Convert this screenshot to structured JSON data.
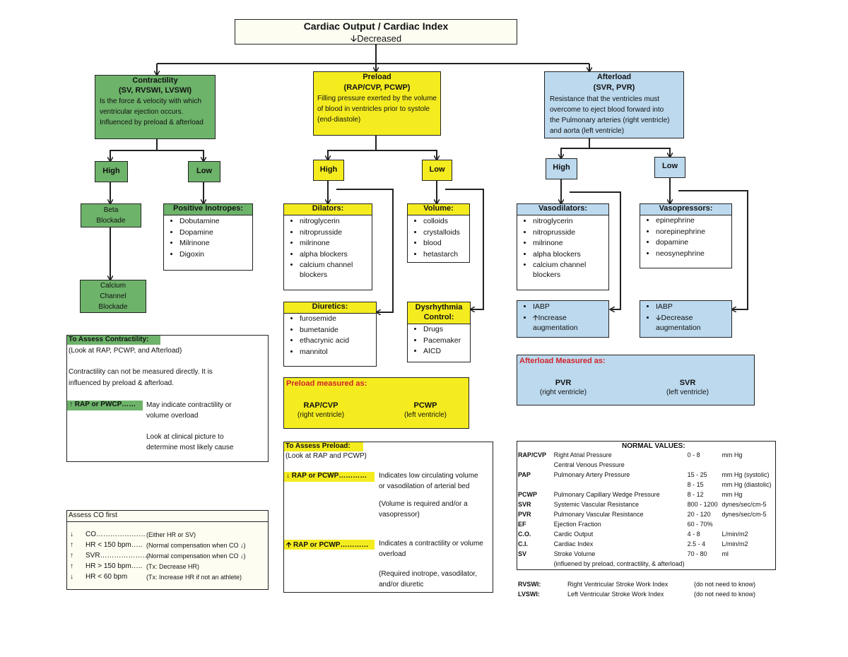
{
  "title": {
    "line1": "Cardiac Output  /  Cardiac Index",
    "arrow": "🡫",
    "line2": "Decreased"
  },
  "contractility": {
    "title": "Contractility",
    "subtitle": "(SV, RVSWI, LVSWI)",
    "desc": [
      "Is the force & velocity with which",
      "ventricular ejection occurs.",
      "Influenced by preload & afterload"
    ],
    "high": "High",
    "low": "Low",
    "beta": [
      "Beta",
      "Blockade"
    ],
    "calcium": [
      "Calcium",
      "Channel",
      "Blockade"
    ],
    "inotropes_title": "Positive Inotropes:",
    "inotropes": [
      "Dobutamine",
      "Dopamine",
      "Milrinone",
      "Digoxin"
    ]
  },
  "preload": {
    "title": "Preload",
    "subtitle": "(RAP/CVP, PCWP)",
    "desc": [
      "Filling pressure exerted by the volume",
      "of blood in ventricles prior to systole",
      "(end-diastole)"
    ],
    "high": "High",
    "low": "Low",
    "dilators_title": "Dilators:",
    "dilators": [
      "nitroglycerin",
      "nitroprusside",
      "milrinone",
      "alpha blockers",
      "calcium channel"
    ],
    "dilators_cont": "blockers",
    "volume_title": "Volume:",
    "volume": [
      "colloids",
      "crystalloids",
      "blood",
      "hetastarch"
    ],
    "diuretics_title": "Diuretics:",
    "diuretics": [
      "furosemide",
      "bumetanide",
      "ethacrynic acid",
      "mannitol"
    ],
    "dysrhythmia_title": [
      "Dysrhythmia",
      "Control:"
    ],
    "dysrhythmia": [
      "Drugs",
      "Pacemaker",
      "AICD"
    ],
    "measured_title": "Preload measured as:",
    "m1": "RAP/CVP",
    "m1sub": "(right ventricle)",
    "m2": "PCWP",
    "m2sub": "(left ventricle)"
  },
  "afterload": {
    "title": "Afterload",
    "subtitle": "(SVR, PVR)",
    "desc": [
      "Resistance that the ventricles must",
      "overcome to eject blood forward into",
      "the Pulmonary arteries (right ventricle)",
      "and aorta (left ventricle)"
    ],
    "high": "High",
    "low": "Low",
    "vasodilators_title": "Vasodilators:",
    "vasodilators": [
      "nitroglycerin",
      "nitroprusside",
      "milrinone",
      "alpha blockers",
      "calcium channel"
    ],
    "vasodilators_cont": "blockers",
    "vasopressors_title": "Vasopressors:",
    "vasopressors": [
      "epinephrine",
      "norepinephrine",
      "dopamine",
      "neosynephrine"
    ],
    "iabp_high": {
      "l1": "IABP",
      "arrow": "🡩",
      "l2": "Increase",
      "l3": "augmentation"
    },
    "iabp_low": {
      "l1": "IABP",
      "arrow": "🡫",
      "l2": "Decrease",
      "l3": "augmentation"
    },
    "measured_title": "Afterload Measured as:",
    "m1": "PVR",
    "m1sub": "(right ventricle)",
    "m2": "SVR",
    "m2sub": "(left ventricle)"
  },
  "assess_contractility": {
    "title": "To Assess Contractility:",
    "l1": "(Look at RAP, PCWP, and Afterload)",
    "l2": "Contractility can not be measured directly.  It is",
    "l3": "influenced by preload & afterload.",
    "tag": "↑   RAP or PWCP……",
    "t1": "May indicate contractility or",
    "t2": "volume overload",
    "t3": "Look at clinical picture to",
    "t4": "determine most likely cause"
  },
  "assess_preload": {
    "title": "To Assess Preload:",
    "l1": "(Look at RAP and PCWP)",
    "tag1": "↓   RAP or PCWP…………",
    "a1": "Indicates low circulating volume",
    "a2": "or vasodilation of arterial bed",
    "a3": "(Volume is required and/or a",
    "a4": "vasopressor)",
    "tag2": "🡩   RAP or PCWP…………",
    "b1": "Indicates a contractility or volume",
    "b2": "overload",
    "b3": "(Required inotrope, vasodilator,",
    "b4": "and/or diuretic"
  },
  "assess_co": {
    "title": "Assess CO first",
    "rows": [
      {
        "arrow": "↓",
        "label": "CO…………………",
        "note": "(Either HR or SV)"
      },
      {
        "arrow": "↑",
        "label": "HR < 150 bpm…..",
        "note": "(Normal compensation when CO ↓)"
      },
      {
        "arrow": "↑",
        "label": "SVR…………………",
        "note": "(Normal compensation when CO ↓)"
      },
      {
        "arrow": "↑",
        "label": "HR > 150 bpm…..",
        "note": "(Tx:  Decrease HR)"
      },
      {
        "arrow": "↓",
        "label": "HR < 60 bpm",
        "note": "(Tx:  Increase HR if not an athlete)"
      }
    ]
  },
  "normal_values": {
    "title": "NORMAL VALUES:",
    "rows": [
      [
        "RAP/CVP",
        "Right Atrial Pressure",
        "0 - 8",
        "mm Hg"
      ],
      [
        "",
        "Central Venous Pressure",
        "",
        ""
      ],
      [
        "PAP",
        "Pulmonary Artery Pressure",
        "15 - 25",
        "mm Hg (systolic)"
      ],
      [
        "",
        "",
        "8 - 15",
        "mm Hg (diastolic)"
      ],
      [
        "PCWP",
        "Pulmonary Capillary Wedge Pressure",
        "8 - 12",
        "mm Hg"
      ],
      [
        "SVR",
        "Systemic Vascular Resistance",
        "800 - 1200",
        "dynes/sec/cm-5"
      ],
      [
        "PVR",
        "Pulmonary Vascular Resistance",
        "20 - 120",
        "dynes/sec/cm-5"
      ],
      [
        "EF",
        "Ejection Fraction",
        "60 - 70%",
        ""
      ],
      [
        "C.O.",
        "Cardic Output",
        "4 - 8",
        "L/min/m2"
      ],
      [
        "C.I.",
        "Cardiac Index",
        "2.5 - 4",
        "L/min/m2"
      ],
      [
        "SV",
        "Stroke Volume",
        "70 - 80",
        "ml"
      ],
      [
        "",
        "(influened by preload, contractility, & afterload)",
        "",
        ""
      ]
    ],
    "notes": [
      [
        "RVSWI:",
        "Right Ventricular Stroke Work Index",
        "(do not need to know)"
      ],
      [
        "LVSWI:",
        "Left Ventricular Stroke Work Index",
        "(do not need to know)"
      ]
    ]
  }
}
